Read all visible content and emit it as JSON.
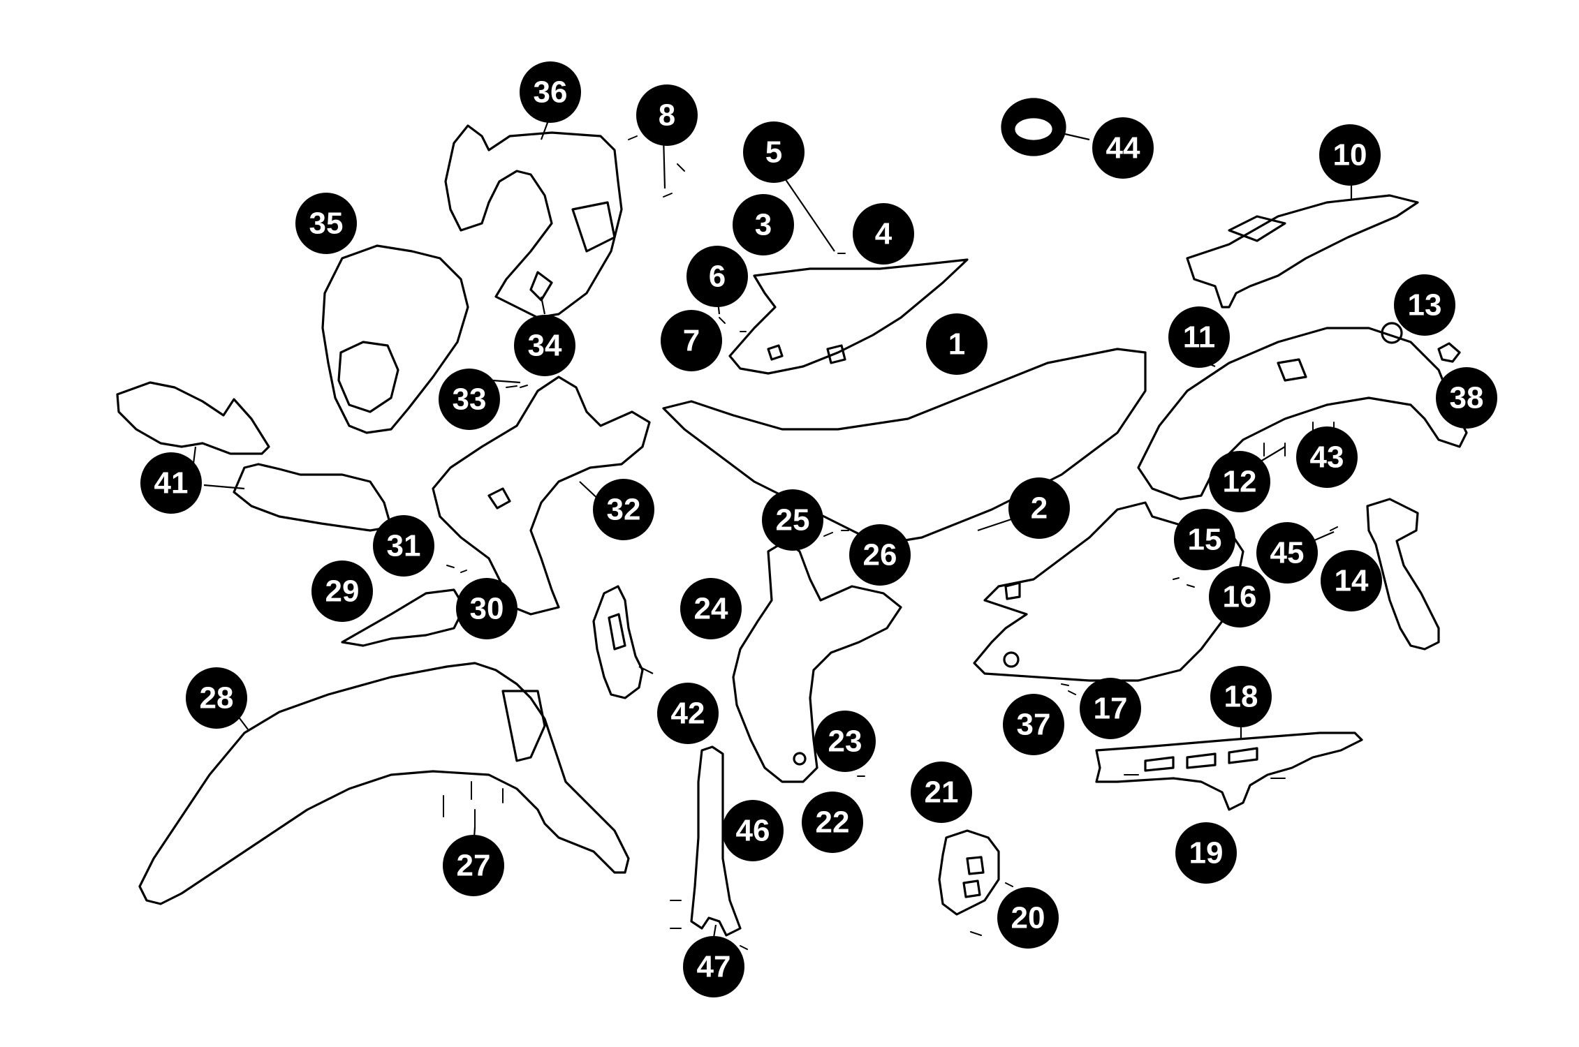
{
  "diagram": {
    "type": "exploded-parts-diagram",
    "callout_colors": {
      "fill": "#000000",
      "text": "#ffffff"
    },
    "callouts": [
      "1",
      "2",
      "3",
      "4",
      "5",
      "6",
      "7",
      "8",
      "10",
      "11",
      "12",
      "13",
      "14",
      "15",
      "16",
      "17",
      "18",
      "19",
      "20",
      "21",
      "22",
      "23",
      "24",
      "25",
      "26",
      "27",
      "28",
      "29",
      "30",
      "31",
      "32",
      "33",
      "34",
      "35",
      "36",
      "37",
      "38",
      "41",
      "42",
      "43",
      "44",
      "45",
      "46",
      "47"
    ]
  }
}
